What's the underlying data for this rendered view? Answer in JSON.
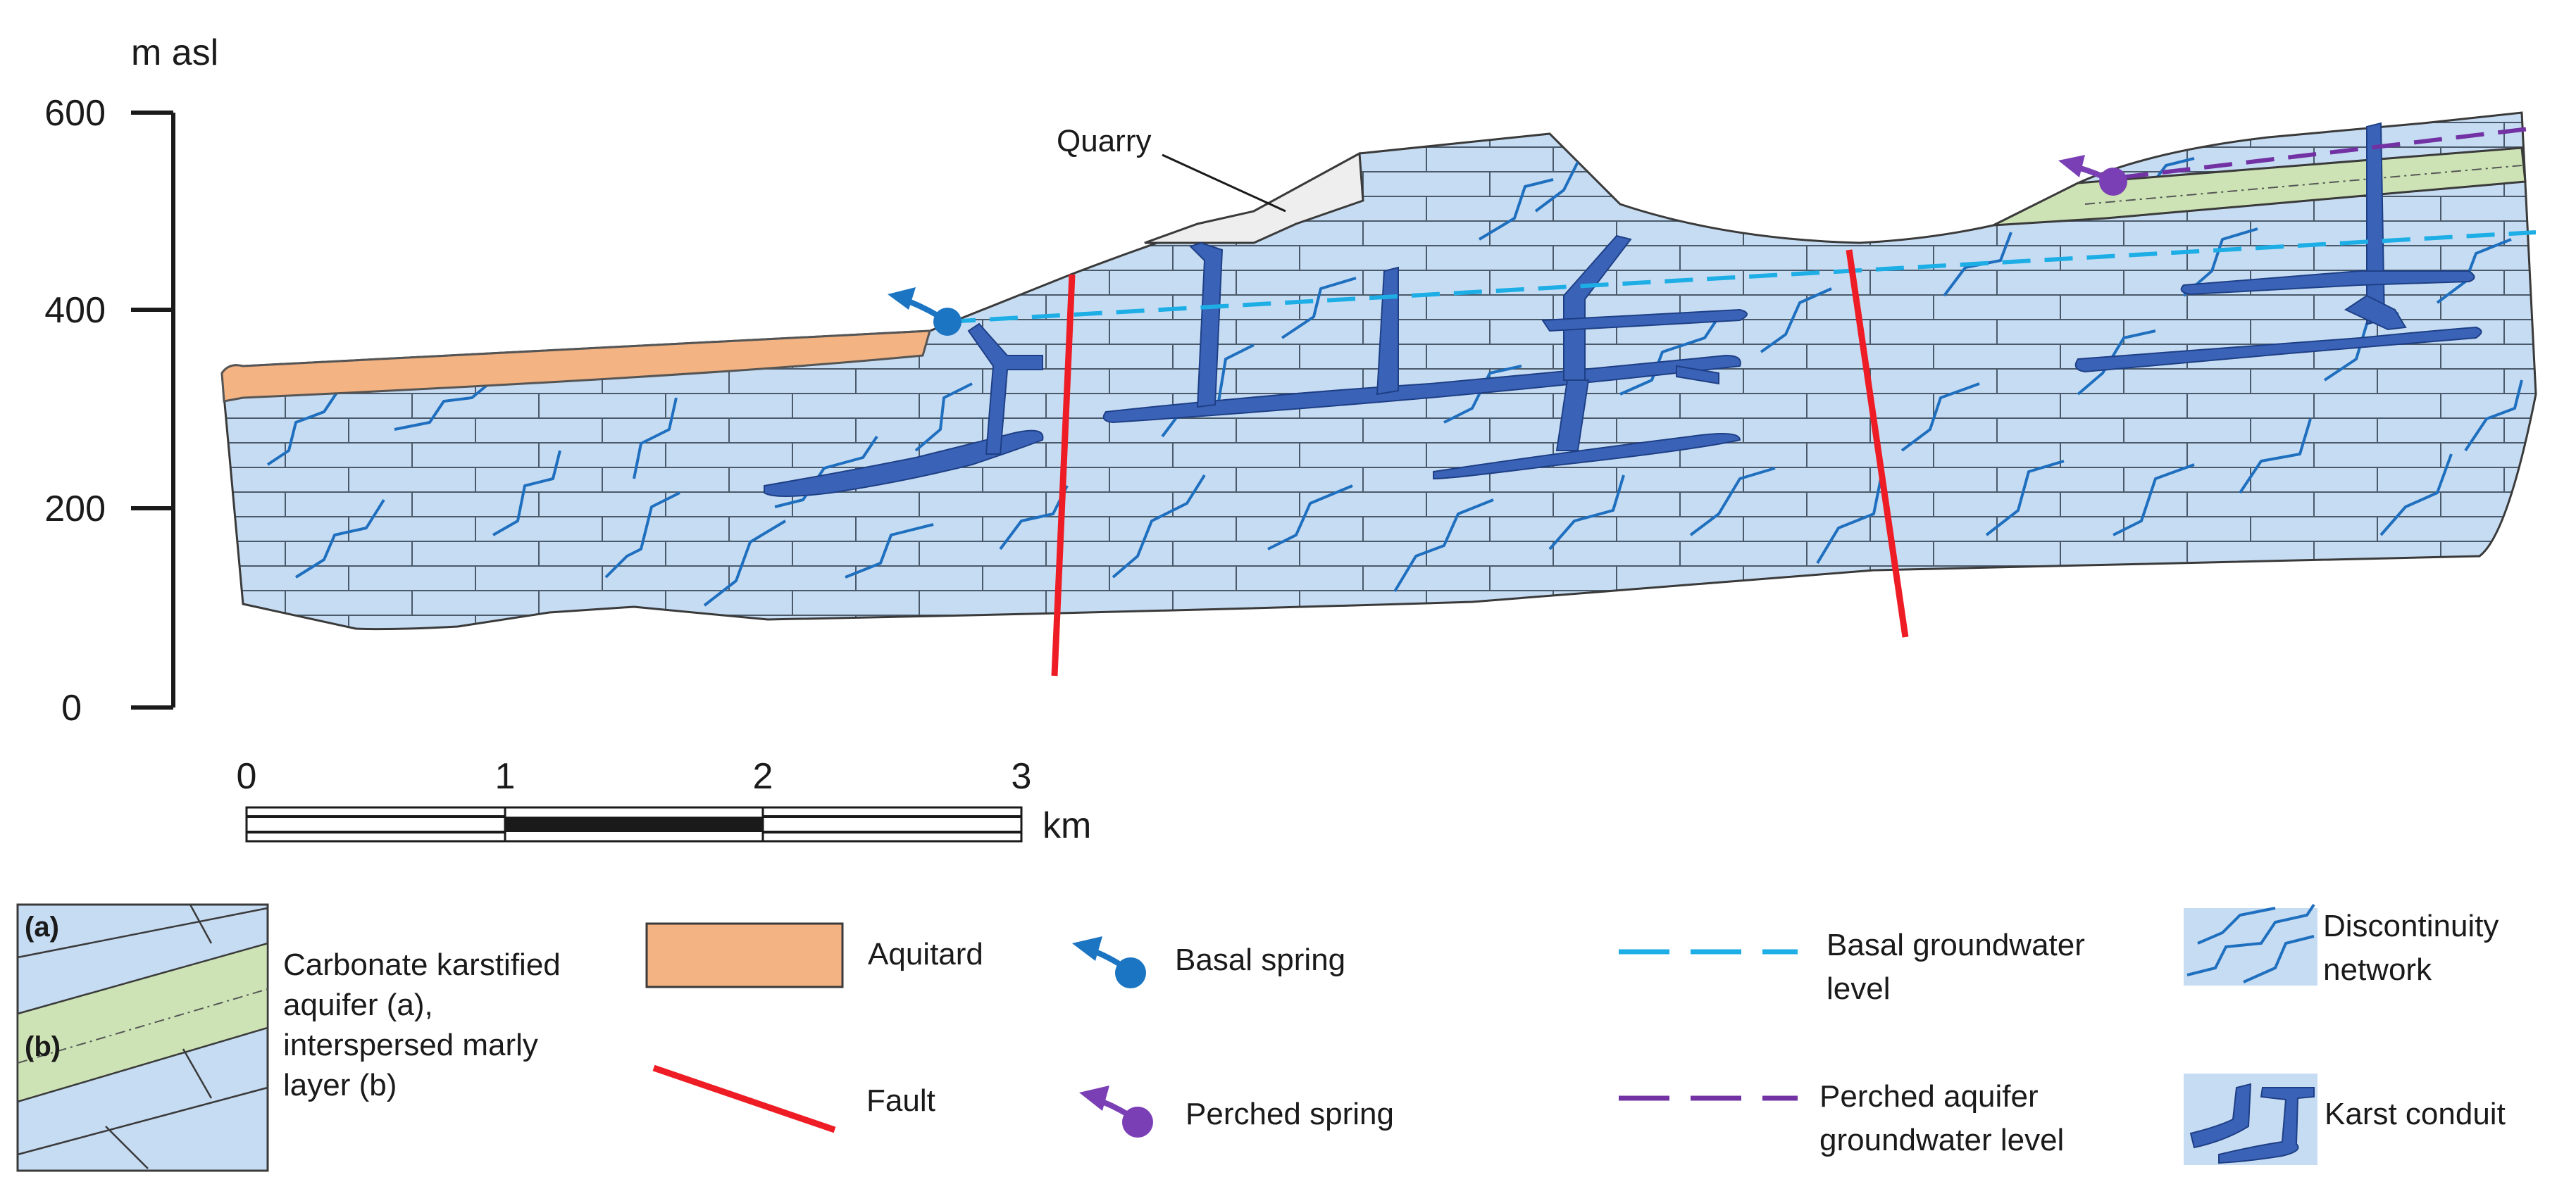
{
  "y_axis": {
    "unit_label": "m asl",
    "ticks": [
      "600",
      "400",
      "200",
      "0"
    ]
  },
  "annotations": {
    "quarry": "Quarry"
  },
  "scale_bar": {
    "ticks": [
      "0",
      "1",
      "2",
      "3"
    ],
    "unit": "km"
  },
  "legend": {
    "aquifer_inset_labels": [
      "(a)",
      "(b)"
    ],
    "aquifer_lines": [
      "Carbonate karstified",
      "aquifer (a),",
      "interspersed marly",
      "layer (b)"
    ],
    "aquitard": "Aquitard",
    "fault": "Fault",
    "basal_spring": "Basal spring",
    "perched_spring": "Perched spring",
    "basal_gw_lines": [
      "Basal groundwater",
      "level"
    ],
    "perched_gw_lines": [
      "Perched aquifer",
      "groundwater level"
    ],
    "discontinuity_lines": [
      "Discontinuity",
      "network"
    ],
    "karst_conduit": "Karst conduit"
  },
  "colors": {
    "limestone": "#c6dcf3",
    "aquitard": "#f3b382",
    "marly_layer": "#cde3b5",
    "quarry": "#eeeeee",
    "fault": "#ee1c24",
    "discontinuity": "#1f6fbf",
    "conduit": "#3a63b8",
    "basal_water": "#1eaee6",
    "perched_water": "#7232a3",
    "basal_spring": "#1b75c2",
    "perched_spring": "#7b3fb5"
  }
}
